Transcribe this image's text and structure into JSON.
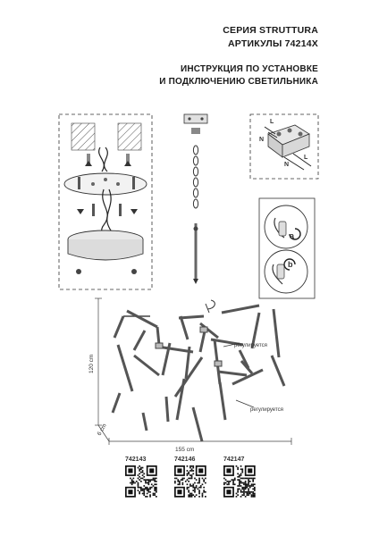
{
  "header": {
    "series": "СЕРИЯ STRUTTURA",
    "article": "АРТИКУЛЫ 74214X",
    "instruction_line1": "ИНСТРУКЦИЯ ПО УСТАНОВКЕ",
    "instruction_line2": "И ПОДКЛЮЧЕНИЮ СВЕТИЛЬНИКА"
  },
  "terminal": {
    "label_L_top": "L",
    "label_N_top": "N",
    "label_N_bottom": "N",
    "label_L_bottom": "L"
  },
  "steps": {
    "step_a": "a",
    "step_b": "b"
  },
  "dimensions": {
    "height": "120 cm",
    "depth": "6 cm",
    "width": "155 cm",
    "adjustable_1": "регулируется",
    "adjustable_2": "регулируется"
  },
  "qr_codes": [
    "742143",
    "742146",
    "742147"
  ]
}
